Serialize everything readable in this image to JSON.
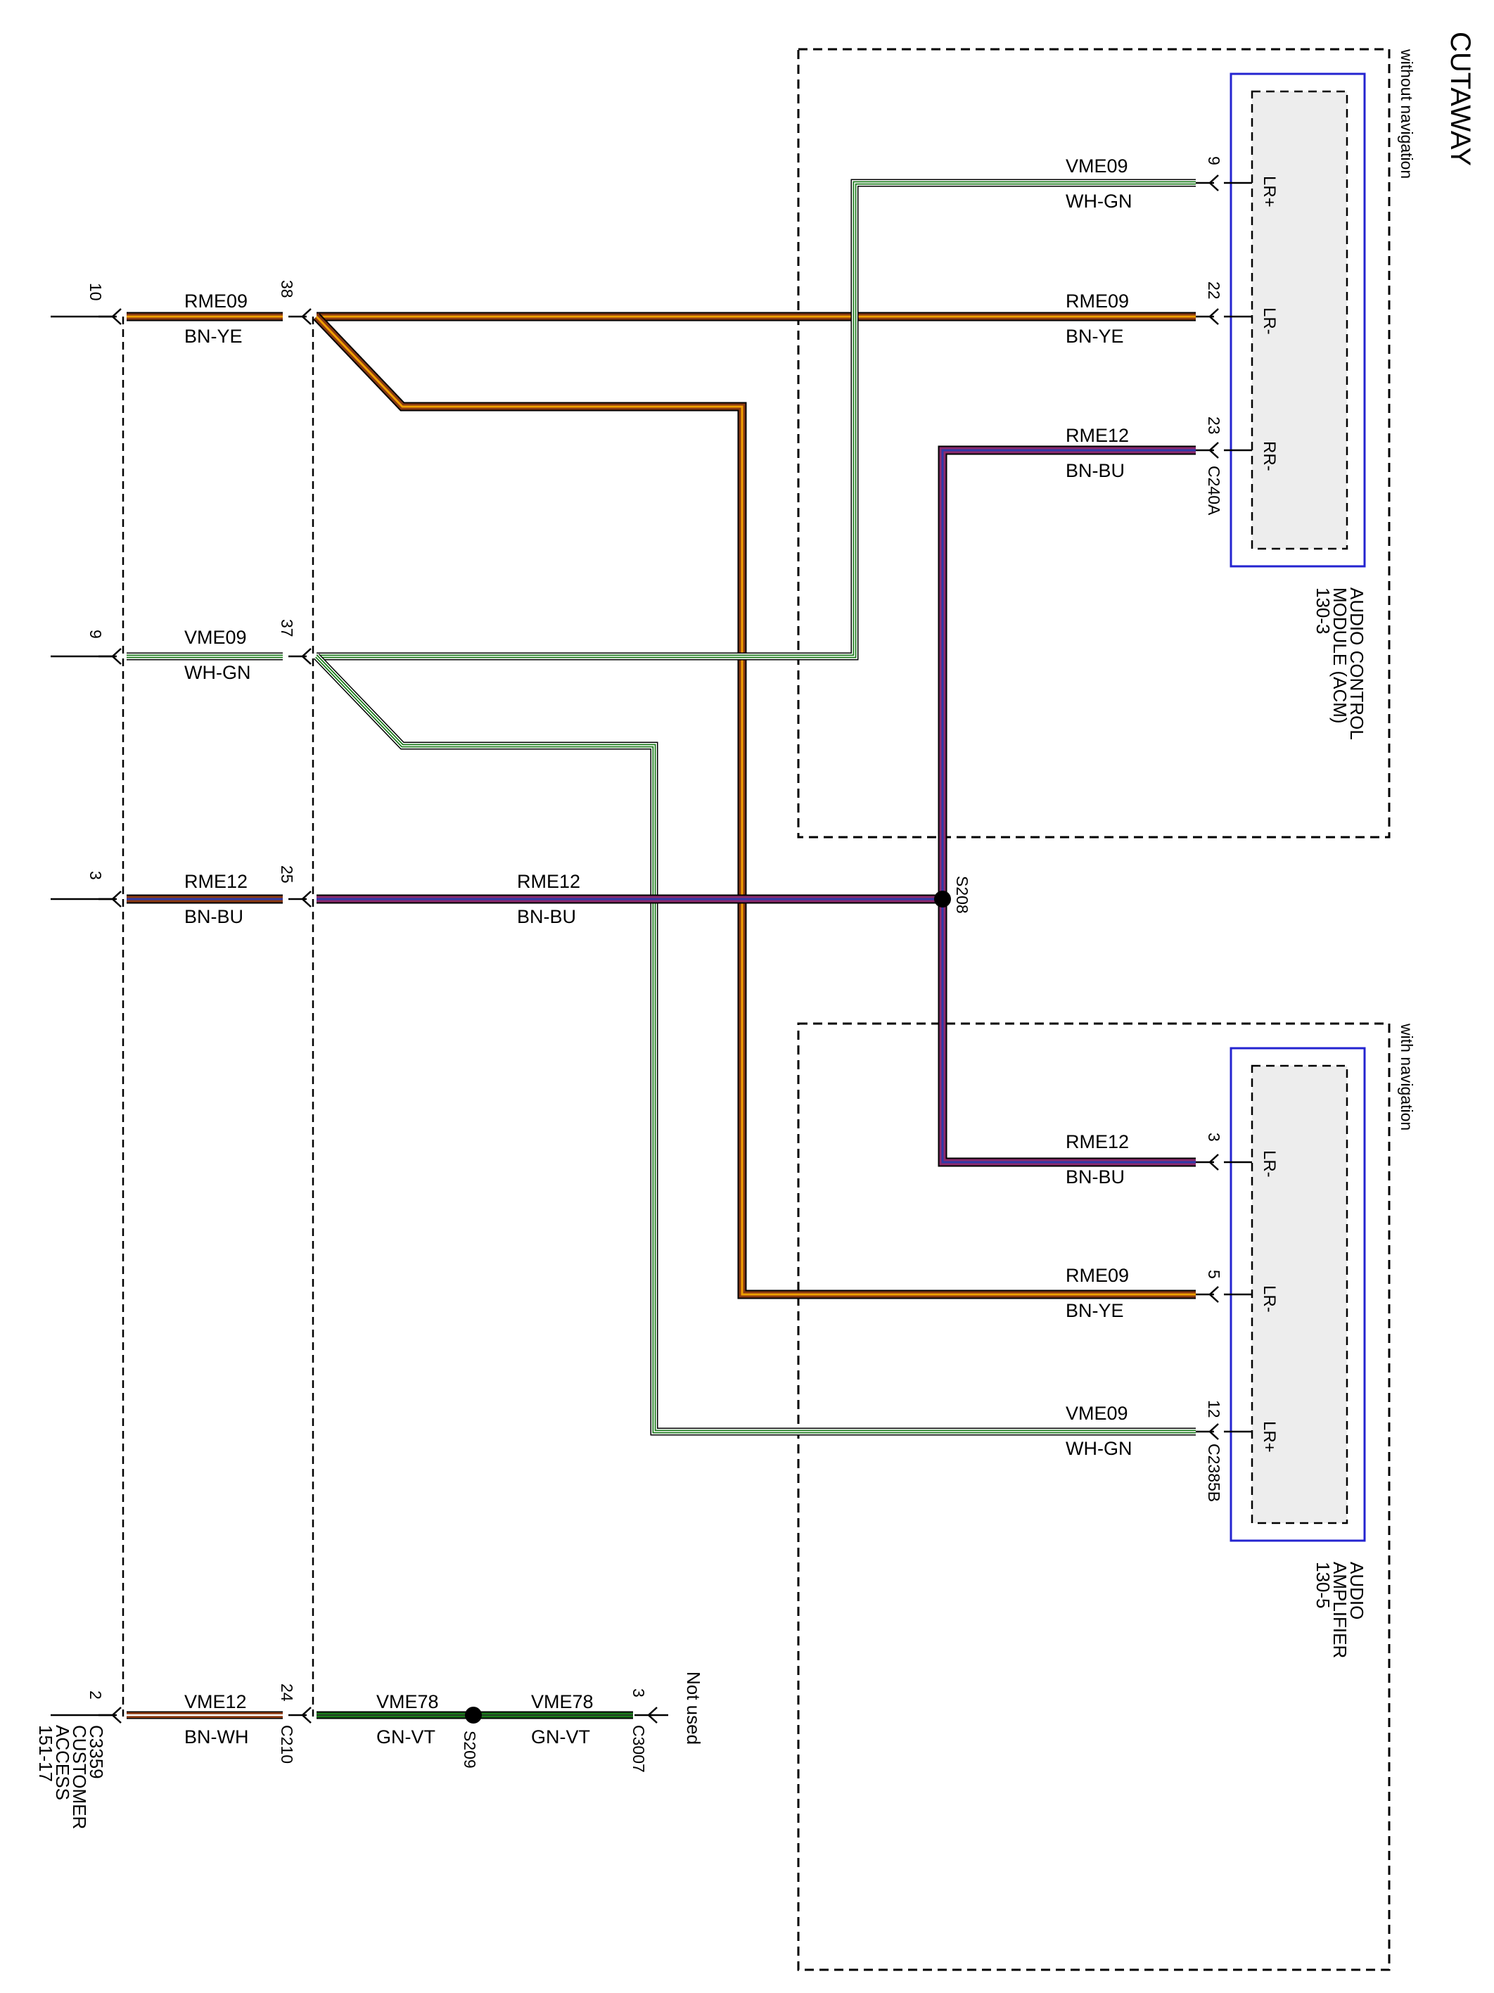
{
  "title": "CUTAWAY",
  "regions": {
    "without_nav": "without navigation",
    "with_nav": "with navigation"
  },
  "components": {
    "acm": {
      "line1": "AUDIO CONTROL",
      "line2": "MODULE (ACM)",
      "line3": "130-3",
      "connector": "C240A",
      "pins": [
        {
          "num": "9",
          "name": "LR+"
        },
        {
          "num": "22",
          "name": "LR-"
        },
        {
          "num": "23",
          "name": "RR-"
        }
      ]
    },
    "amp": {
      "line1": "AUDIO",
      "line2": "AMPLIFIER",
      "line3": "130-5",
      "connector": "C2385B",
      "pins": [
        {
          "num": "3",
          "name": "LR-"
        },
        {
          "num": "5",
          "name": "LR-"
        },
        {
          "num": "12",
          "name": "LR+"
        }
      ]
    },
    "customer_access": {
      "line1": "C3359",
      "line2": "CUSTOMER",
      "line3": "ACCESS",
      "line4": "151-17"
    },
    "c210": "C210",
    "c3007": "C3007",
    "not_used": "Not used",
    "splices": {
      "s208": "S208",
      "s209": "S209"
    }
  },
  "wires": {
    "vme09": {
      "circuit": "VME09",
      "color": "WH-GN"
    },
    "rme09": {
      "circuit": "RME09",
      "color": "BN-YE"
    },
    "rme12": {
      "circuit": "RME12",
      "color": "BN-BU"
    },
    "vme12": {
      "circuit": "VME12",
      "color": "BN-WH"
    },
    "vme78": {
      "circuit": "VME78",
      "color": "GN-VT"
    }
  },
  "connector_pins": {
    "c3359": [
      "10",
      "9",
      "3",
      "2"
    ],
    "c210": [
      "38",
      "37",
      "25",
      "24"
    ],
    "c3007": "3"
  },
  "colors": {
    "brown": "#8B3A12",
    "yellow": "#F0A000",
    "blue": "#2E3AA8",
    "purple": "#8B2A6E",
    "green": "#1B7A1B",
    "white": "#ffffff",
    "black": "#000000",
    "module_fill": "#ededed",
    "module_border": "#2424d0"
  }
}
